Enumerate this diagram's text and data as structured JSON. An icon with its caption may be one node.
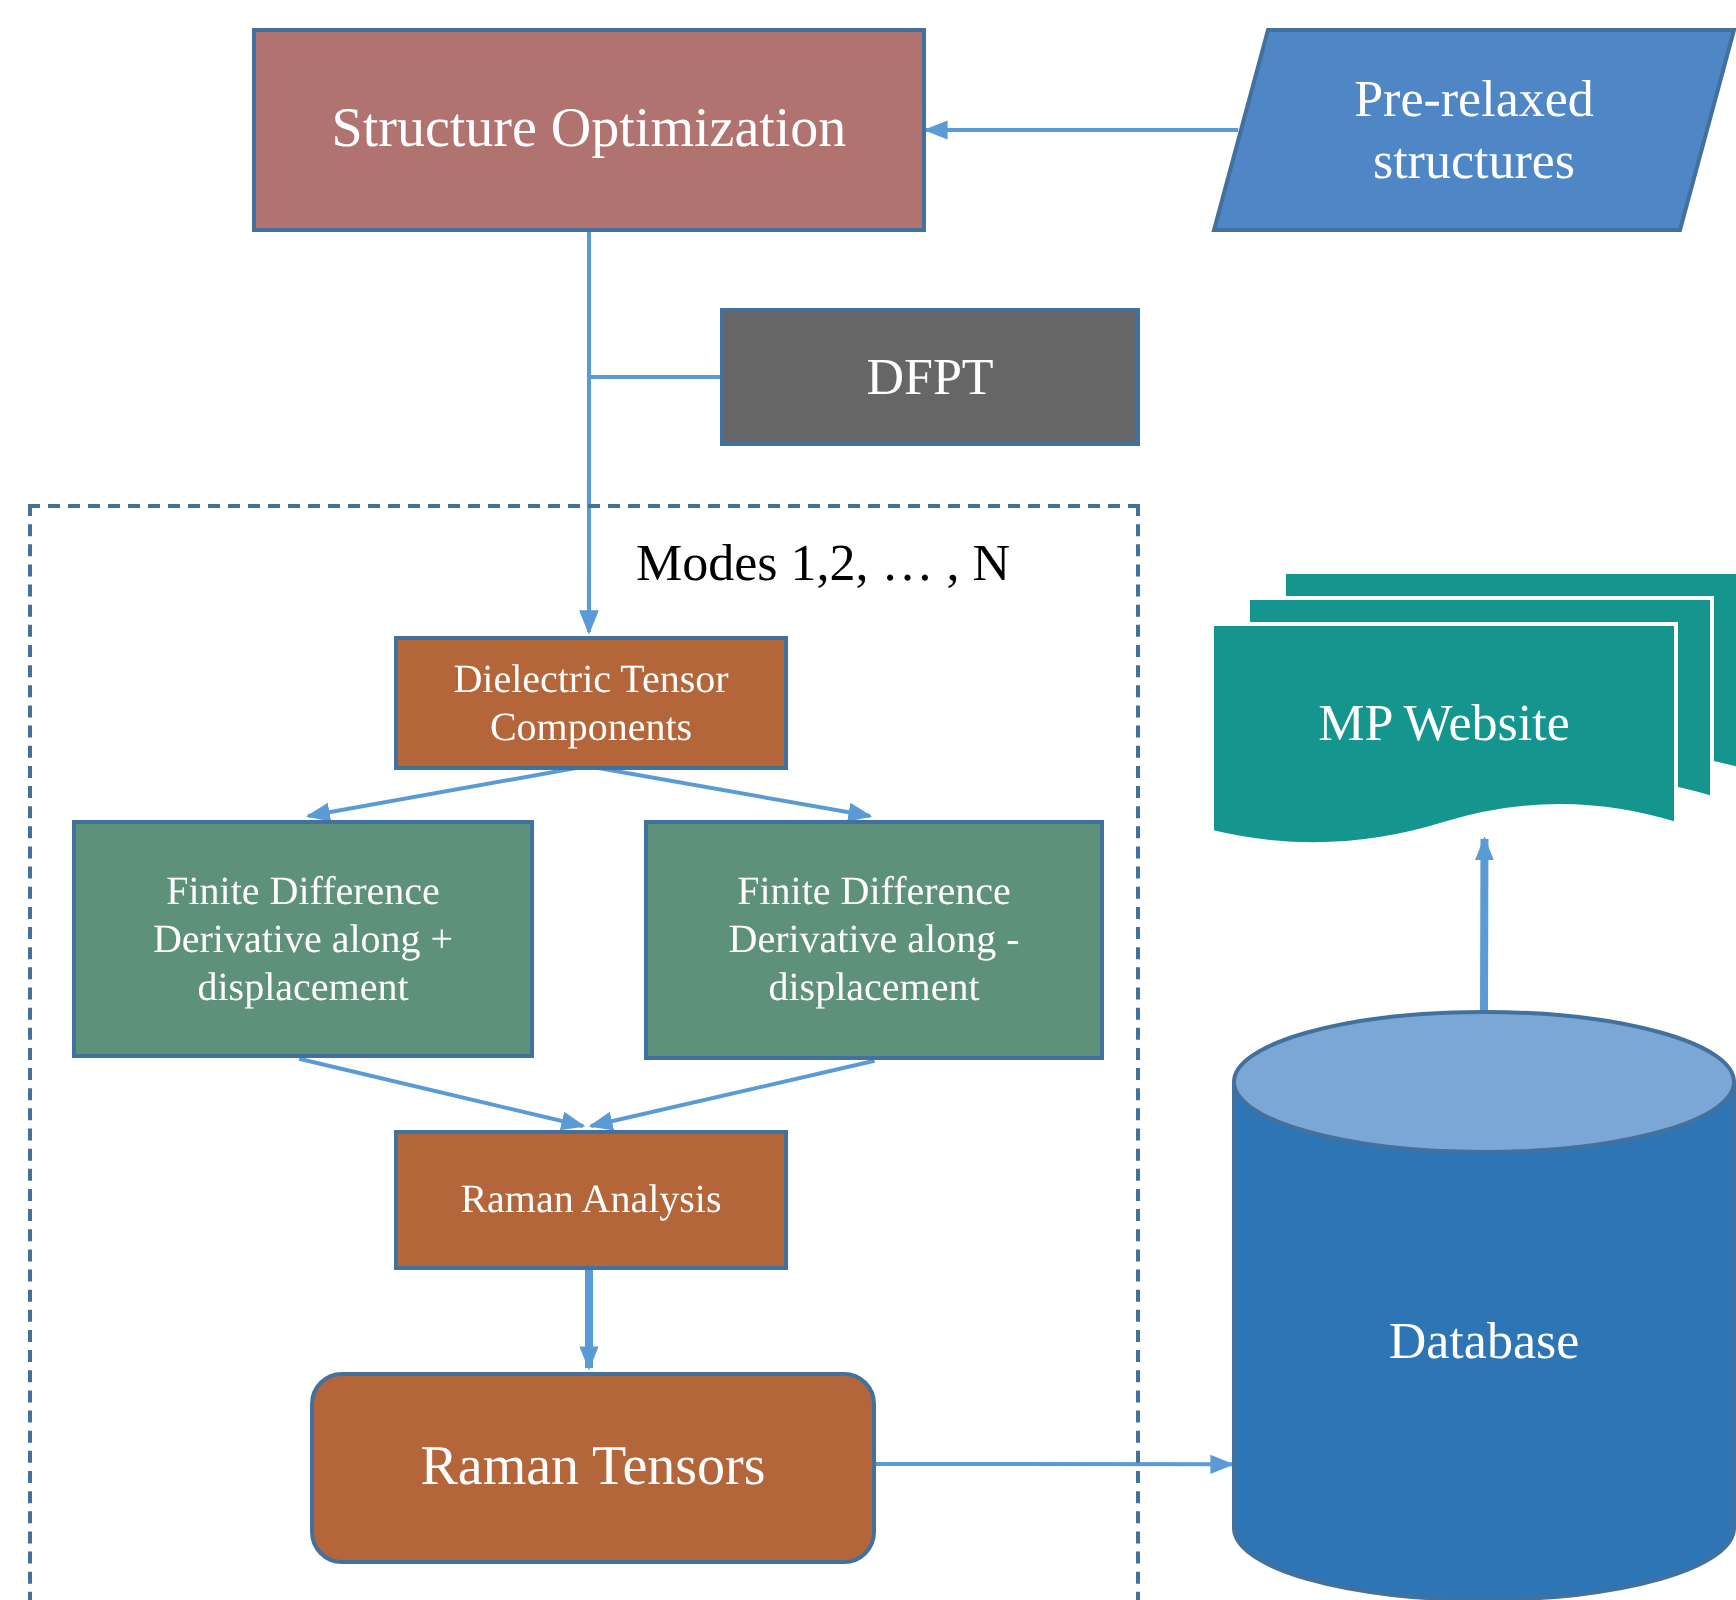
{
  "diagram": {
    "nodes": [
      {
        "text": [
          "Structure Optimization"
        ]
      },
      {
        "text": [
          "Pre-relaxed structures"
        ]
      },
      {
        "text": [
          "DFPT"
        ]
      },
      {
        "text": [
          "Modes 1,2, … , N"
        ]
      },
      {
        "text": [
          "Dielectric Tensor Components"
        ],
        "in": 3
      },
      {
        "text": [
          "Finite Difference Derivative along + displacement"
        ],
        "in": 3
      },
      {
        "text": [
          "Finite Difference Derivative along - displacement"
        ],
        "in": 3
      },
      {
        "text": [
          "Raman Analysis"
        ],
        "in": 3
      },
      {
        "text": [
          "Raman Tensors"
        ],
        "in": 3
      },
      {
        "text": [
          "MP Website"
        ]
      },
      {
        "text": [
          "Database"
        ]
      }
    ],
    "edges": [
      {
        "from": 1,
        "to": 0,
        "arrow": "to"
      },
      {
        "from": 0,
        "to": 4,
        "arrow": "to"
      },
      {
        "from": 2,
        "to": 4,
        "arrow": "to"
      },
      {
        "from": 4,
        "to": 5,
        "arrow": "to"
      },
      {
        "from": 4,
        "to": 6,
        "arrow": "to"
      },
      {
        "from": 5,
        "to": 7,
        "arrow": "to"
      },
      {
        "from": 6,
        "to": 7,
        "arrow": "to"
      },
      {
        "from": 7,
        "to": 8,
        "arrow": "to",
        "style": "thick"
      },
      {
        "from": 8,
        "to": 10,
        "arrow": "to"
      },
      {
        "from": 10,
        "to": 9,
        "arrow": "to",
        "style": "thick"
      }
    ]
  }
}
